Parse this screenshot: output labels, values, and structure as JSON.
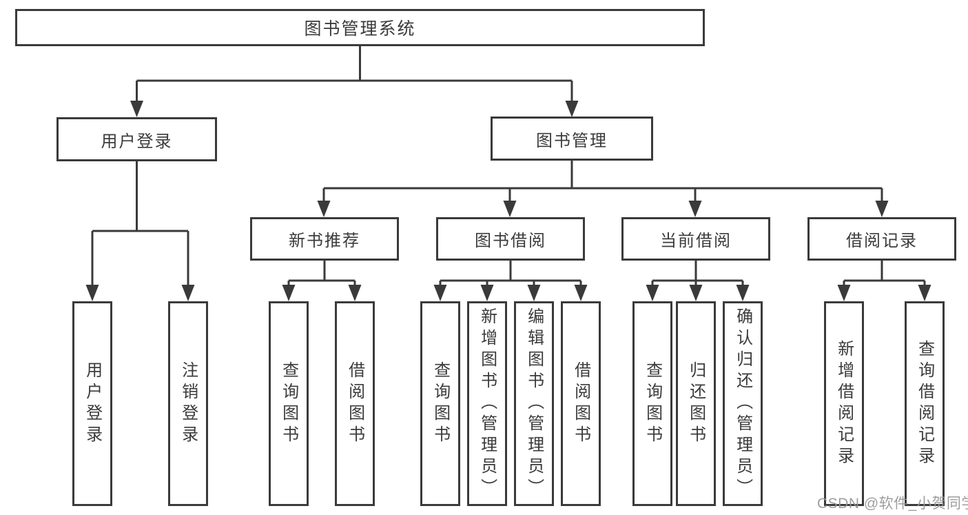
{
  "diagram": {
    "root": {
      "label": "图书管理系统"
    },
    "level2": {
      "user_login": {
        "label": "用户登录"
      },
      "book_management": {
        "label": "图书管理"
      }
    },
    "level3": {
      "new_book_recommend": {
        "label": "新书推荐"
      },
      "book_borrow": {
        "label": "图书借阅"
      },
      "current_borrow": {
        "label": "当前借阅"
      },
      "borrow_records": {
        "label": "借阅记录"
      }
    },
    "leaves": {
      "user_login": {
        "login": "用户登录",
        "logout": "注销登录"
      },
      "new_book_recommend": {
        "query": "查询图书",
        "borrow": "借阅图书"
      },
      "book_borrow": {
        "query": "查询图书",
        "add_admin": "新增图书（管理员）",
        "edit_admin": "编辑图书（管理员）",
        "borrow": "借阅图书"
      },
      "current_borrow": {
        "query": "查询图书",
        "return": "归还图书",
        "confirm_admin": "确认归还（管理员）"
      },
      "borrow_records": {
        "add": "新增借阅记录",
        "query": "查询借阅记录"
      }
    }
  },
  "watermark": {
    "text": "CSDN @软件_小贺同学"
  },
  "colors": {
    "line": "#3a3a3a",
    "text": "#3b3b3b",
    "box_background": "#ffffff",
    "watermark": "#969696",
    "background": "#ffffff"
  }
}
